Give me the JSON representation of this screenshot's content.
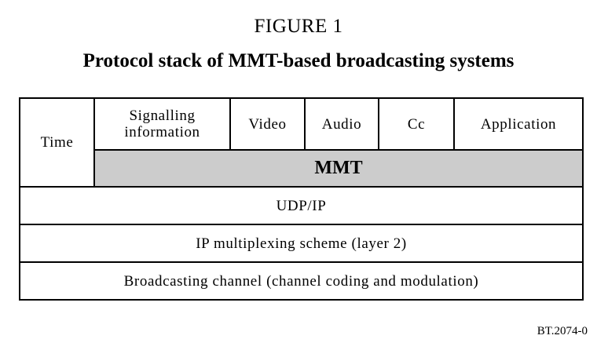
{
  "figure": {
    "number": "FIGURE 1",
    "title": "Protocol stack of MMT-based broadcasting systems",
    "id": "BT.2074-0"
  },
  "stack": {
    "time": "Time",
    "top_row": [
      "Signalling\ninformation",
      "Video",
      "Audio",
      "Cc",
      "Application"
    ],
    "mmt": "MMT",
    "udp_ip": "UDP/IP",
    "ip_mux": "IP multiplexing scheme (layer 2)",
    "broadcast": "Broadcasting channel (channel coding and modulation)"
  }
}
